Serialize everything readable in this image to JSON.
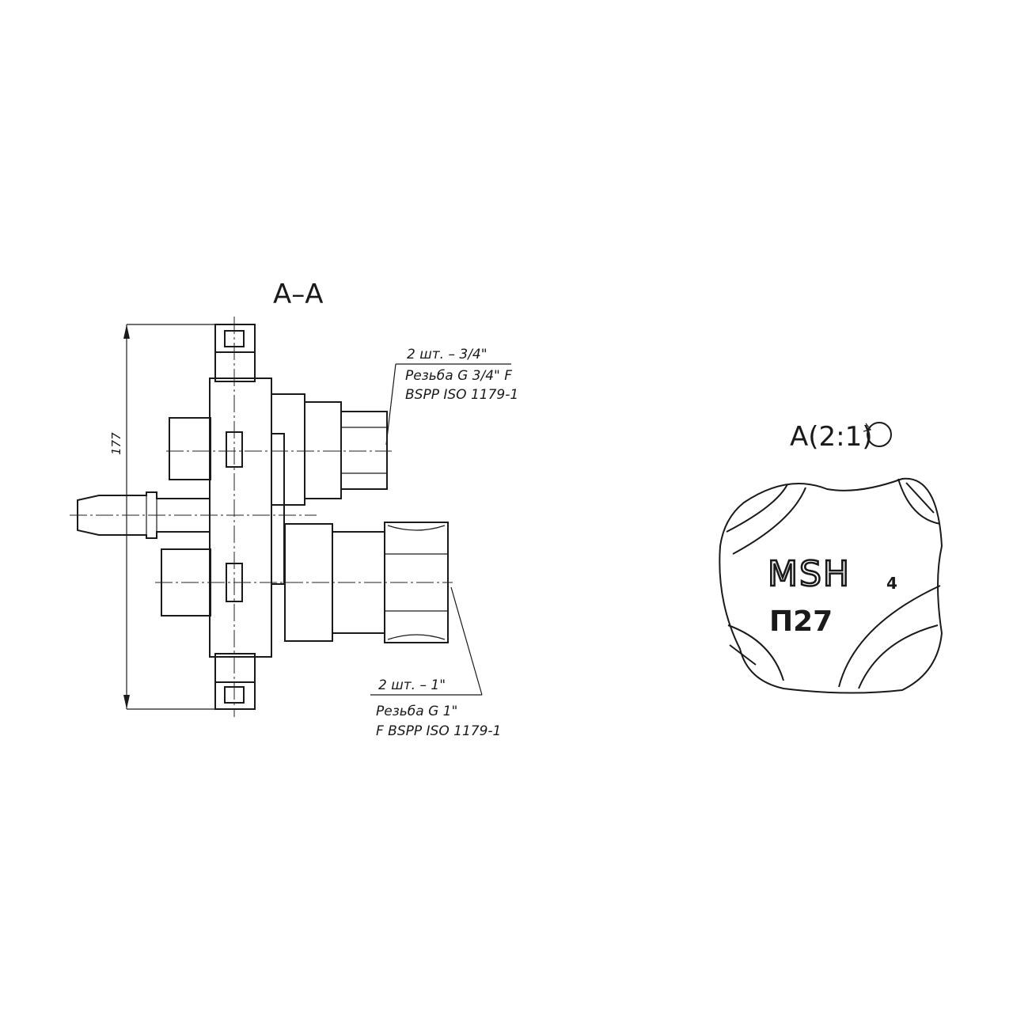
{
  "section_view": {
    "title": "A–A",
    "overall_dimension": "177",
    "callout_top": {
      "qty": "2 шт. – 3/4\"",
      "line1": "Резьба G 3/4\" F",
      "line2": "BSPP ISO 1179-1"
    },
    "callout_bottom": {
      "qty": "2 шт. – 1\"",
      "line1": "Резьба G 1\"",
      "line2": "F BSPP ISO 1179-1"
    }
  },
  "detail_view": {
    "title": "A(2:1)",
    "logo": "MSH",
    "logo_sub": "4",
    "marking": "П27"
  }
}
